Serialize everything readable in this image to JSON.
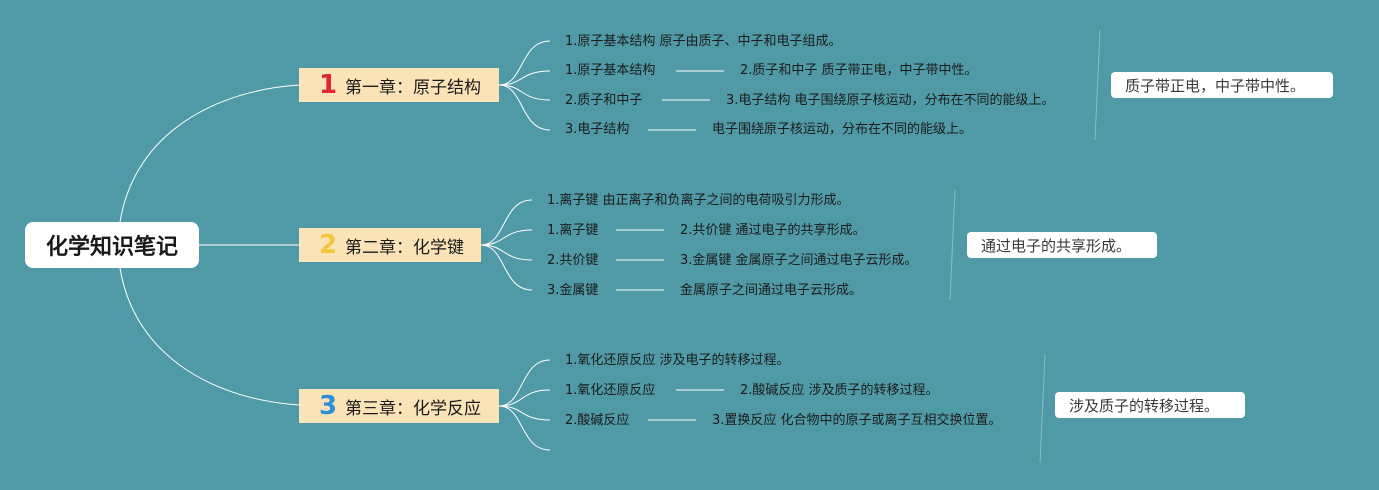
{
  "root": {
    "title": "化学知识笔记"
  },
  "chapters": [
    {
      "number": "1",
      "number_color": "#e0262e",
      "title": "第一章：原子结构",
      "lines": [
        "1.原子基本结构 原子由质子、中子和电子组成。",
        "1.原子基本结构",
        "2.质子和中子 质子带正电，中子带中性。",
        "2.质子和中子",
        "3.电子结构 电子围绕原子核运动，分布在不同的能级上。",
        "3.电子结构",
        "电子围绕原子核运动，分布在不同的能级上。"
      ],
      "summary": "质子带正电，中子带中性。"
    },
    {
      "number": "2",
      "number_color": "#f5c43a",
      "title": "第二章：化学键",
      "lines": [
        "1.离子键 由正离子和负离子之间的电荷吸引力形成。",
        "1.离子键",
        "2.共价键 通过电子的共享形成。",
        "2.共价键",
        "3.金属键 金属原子之间通过电子云形成。",
        "3.金属键",
        "金属原子之间通过电子云形成。"
      ],
      "summary": "通过电子的共享形成。"
    },
    {
      "number": "3",
      "number_color": "#2a8fd6",
      "title": "第三章：化学反应",
      "lines": [
        "1.氧化还原反应 涉及电子的转移过程。",
        "1.氧化还原反应",
        "2.酸碱反应 涉及质子的转移过程。",
        "2.酸碱反应",
        "3.置换反应 化合物中的原子或离子互相交换位置。"
      ],
      "summary": "涉及质子的转移过程。"
    }
  ]
}
